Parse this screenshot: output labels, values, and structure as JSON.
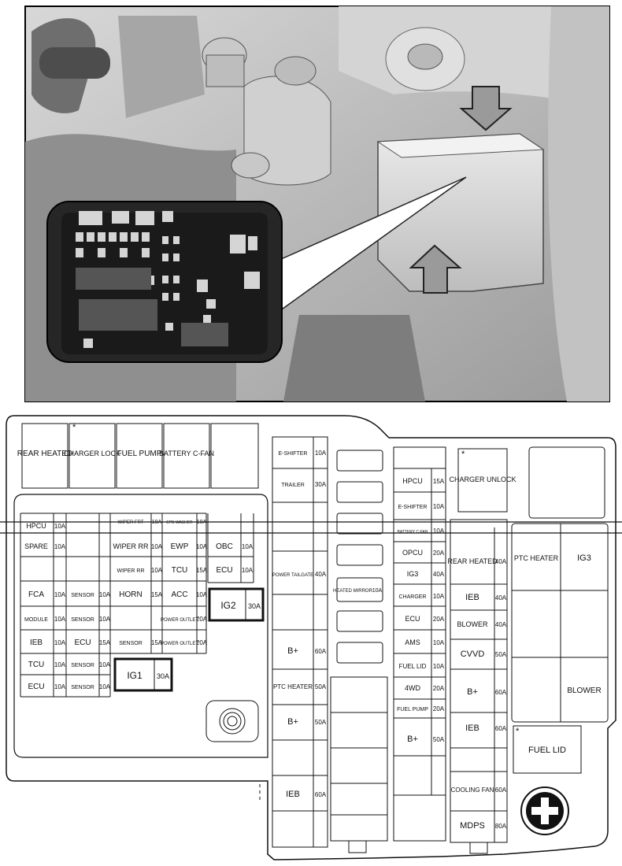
{
  "photo": {
    "icons": [
      "engine-bay-photo",
      "fuse-box-inset-photo",
      "down-arrow-icon",
      "up-arrow-icon"
    ]
  },
  "diagram": {
    "labels": {
      "rear_heated_1": "REAR HEATED",
      "charger_lock": "CHARGER LOCK",
      "fuel_pump_1": "FUEL PUMP",
      "battery_cfan_1": "BATTERY C-FAN",
      "hpcu_1": "HPCU",
      "hpcu_1_amp": "10A",
      "wiper_frt": "WIPER FRT",
      "wiper_frt_amp": "10A",
      "epb_washer": "EPB WASHER",
      "epb_washer_amp": "10A",
      "spare": "SPARE",
      "spare_amp": "10A",
      "wiper_rr_1": "WIPER RR",
      "wiper_rr_1_amp": "10A",
      "ewp": "EWP",
      "ewp_amp": "10A",
      "obc": "OBC",
      "obc_amp": "10A",
      "wiper_rr_2": "WIPER RR",
      "wiper_rr_2_amp": "10A",
      "tcu_top": "TCU",
      "tcu_top_amp": "15A",
      "ecu_top": "ECU",
      "ecu_top_amp": "10A",
      "fca": "FCA",
      "fca_amp": "10A",
      "sensor_1": "SENSOR",
      "sensor_1_amp": "10A",
      "horn": "HORN",
      "horn_amp": "15A",
      "acc": "ACC",
      "acc_amp": "10A",
      "ig2": "IG2",
      "ig2_amp": "30A",
      "module": "MODULE",
      "module_amp": "10A",
      "sensor_2": "SENSOR",
      "sensor_2_amp": "10A",
      "power_outlet_1": "POWER OUTLET",
      "power_outlet_1_amp": "20A",
      "ieb_left": "IEB",
      "ieb_left_amp": "10A",
      "ecu_left": "ECU",
      "ecu_left_amp": "15A",
      "sensor_3": "SENSOR",
      "sensor_3_amp": "15A",
      "power_outlet_2": "POWER OUTLET",
      "power_outlet_2_amp": "20A",
      "tcu_left": "TCU",
      "tcu_left_amp": "10A",
      "sensor_4": "SENSOR",
      "sensor_4_amp": "10A",
      "ig1": "IG1",
      "ig1_amp": "30A",
      "ecu_bottom": "ECU",
      "ecu_bottom_amp": "10A",
      "sensor_5": "SENSOR",
      "sensor_5_amp": "10A",
      "e_shifter_1": "E-SHIFTER",
      "e_shifter_1_amp": "10A",
      "trailer": "TRAILER",
      "trailer_amp": "30A",
      "power_tailgate": "POWER TAILGATE",
      "power_tailgate_amp": "40A",
      "bplus_1": "B+",
      "bplus_1_amp": "60A",
      "ptc_heater_1": "PTC HEATER",
      "ptc_heater_1_amp": "50A",
      "bplus_2": "B+",
      "bplus_2_amp": "50A",
      "ieb_mid": "IEB",
      "ieb_mid_amp": "60A",
      "heated_mirror": "HEATED MIRROR",
      "heated_mirror_amp": "10A",
      "hpcu_2": "HPCU",
      "hpcu_2_amp": "15A",
      "e_shifter_2": "E-SHIFTER",
      "e_shifter_2_amp": "10A",
      "battery_cfan_2": "BATTERY C-FAN",
      "battery_cfan_2_amp": "10A",
      "opcu": "OPCU",
      "opcu_amp": "20A",
      "ig3_small": "IG3",
      "ig3_small_amp": "40A",
      "charger_small": "CHARGER",
      "charger_small_amp": "10A",
      "ecu_mid": "ECU",
      "ecu_mid_amp": "20A",
      "ams": "AMS",
      "ams_amp": "10A",
      "fuel_lid_small": "FUEL LID",
      "fuel_lid_small_amp": "10A",
      "awd": "4WD",
      "awd_amp": "20A",
      "fuel_pump_2": "FUEL PUMP",
      "fuel_pump_2_amp": "20A",
      "bplus_3": "B+",
      "bplus_3_amp": "50A",
      "charger_unlock": "CHARGER UNLOCK",
      "rear_heated_2": "REAR HEATED",
      "rear_heated_2_amp": "40A",
      "ieb_right_1": "IEB",
      "ieb_right_1_amp": "40A",
      "blower_1": "BLOWER",
      "blower_1_amp": "40A",
      "cvvd": "CVVD",
      "cvvd_amp": "50A",
      "bplus_4": "B+",
      "bplus_4_amp": "60A",
      "ieb_right_2": "IEB",
      "ieb_right_2_amp": "60A",
      "cooling_fan": "COOLING FAN",
      "cooling_fan_amp": "60A",
      "mdps": "MDPS",
      "mdps_amp": "80A",
      "ptc_heater_2": "PTC HEATER",
      "ig3_large": "IG3",
      "blower_2": "BLOWER",
      "fuel_lid_large": "FUEL LID",
      "star": "*"
    }
  }
}
